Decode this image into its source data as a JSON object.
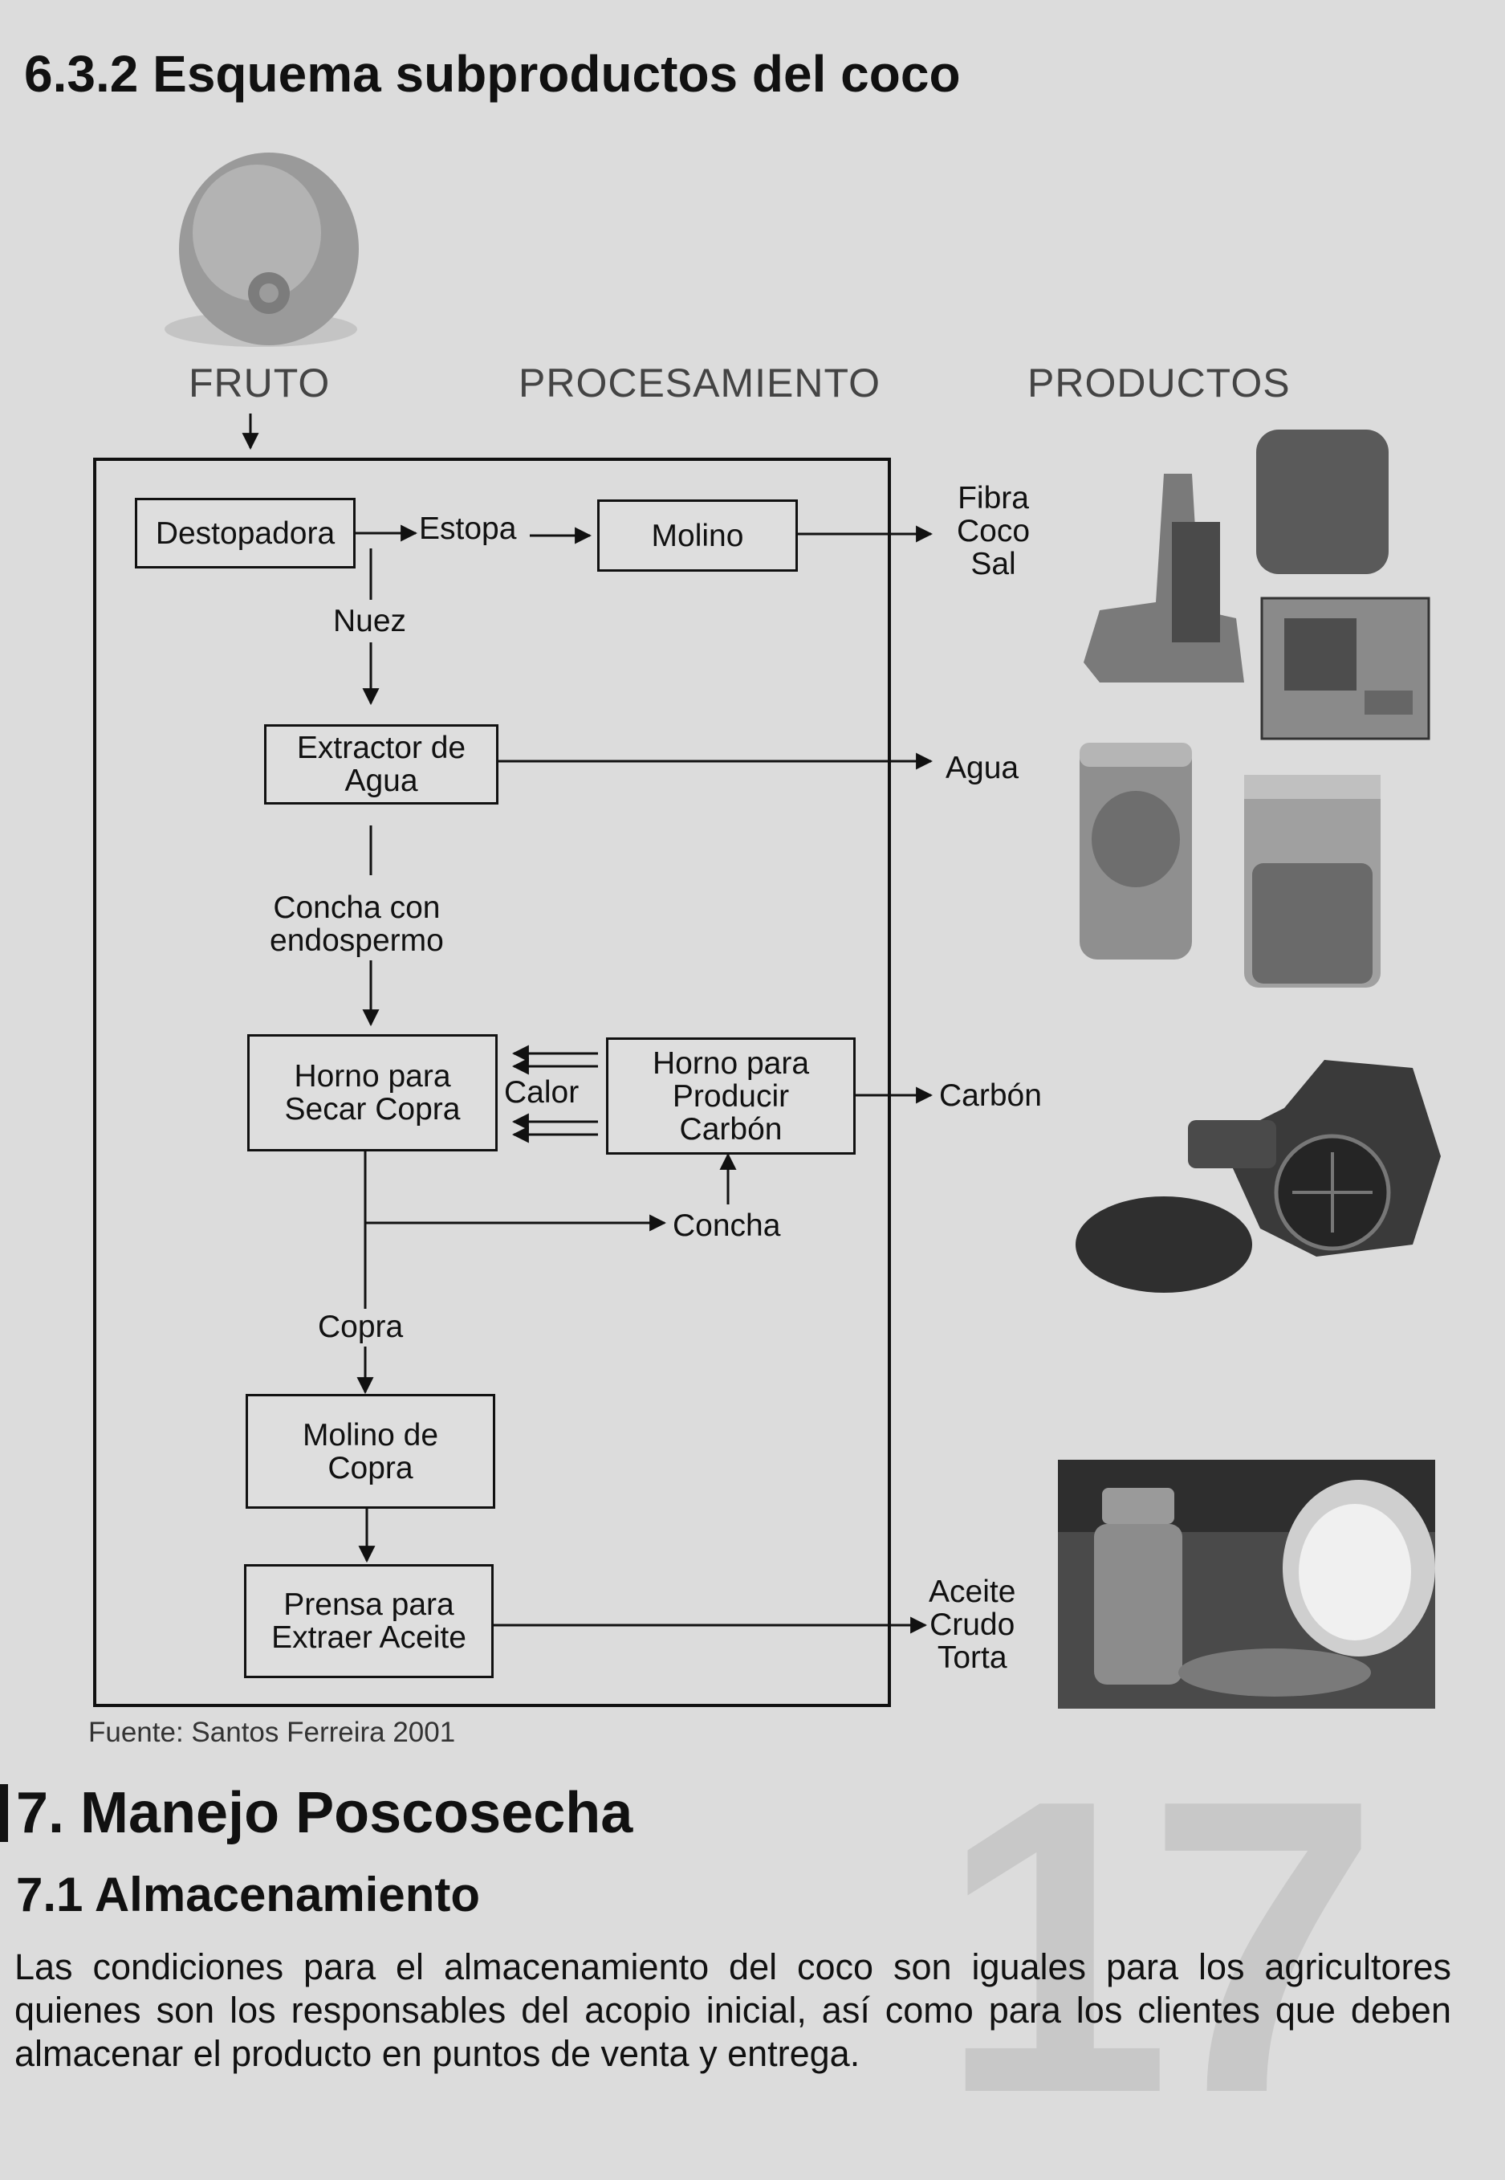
{
  "section_title": "6.3.2 Esquema subproductos del  coco",
  "columns": {
    "fruit": "FRUTO",
    "processing": "PROCESAMIENTO",
    "products": "PRODUCTOS"
  },
  "nodes": {
    "destopadora": "Destopadora",
    "molino": "Molino",
    "extractor": "Extractor de\nAgua",
    "horno_copra": "Horno para\nSecar Copra",
    "horno_carbon": "Horno para\nProducir\nCarbón",
    "molino_copra": "Molino de\nCopra",
    "prensa": "Prensa para\nExtraer Aceite"
  },
  "edge_labels": {
    "estopa": "Estopa",
    "nuez": "Nuez",
    "concha_endospermo": "Concha con\nendospermo",
    "calor": "Calor",
    "concha": "Concha",
    "copra": "Copra"
  },
  "products": {
    "fibra": "Fibra\nCoco\nSal",
    "agua": "Agua",
    "carbon": "Carbón",
    "aceite": "Aceite\nCrudo\nTorta"
  },
  "source_note": "Fuente: Santos  Ferreira 2001",
  "page_number": "17",
  "chapter_title": "7. Manejo Poscosecha",
  "subsection_title": "7.1 Almacenamiento",
  "body_text": "Las condiciones para el almacenamiento del coco son iguales para los agricultores quienes son los responsables del acopio inicial, así como para los clientes que deben almacenar el producto en puntos de venta y entrega."
}
